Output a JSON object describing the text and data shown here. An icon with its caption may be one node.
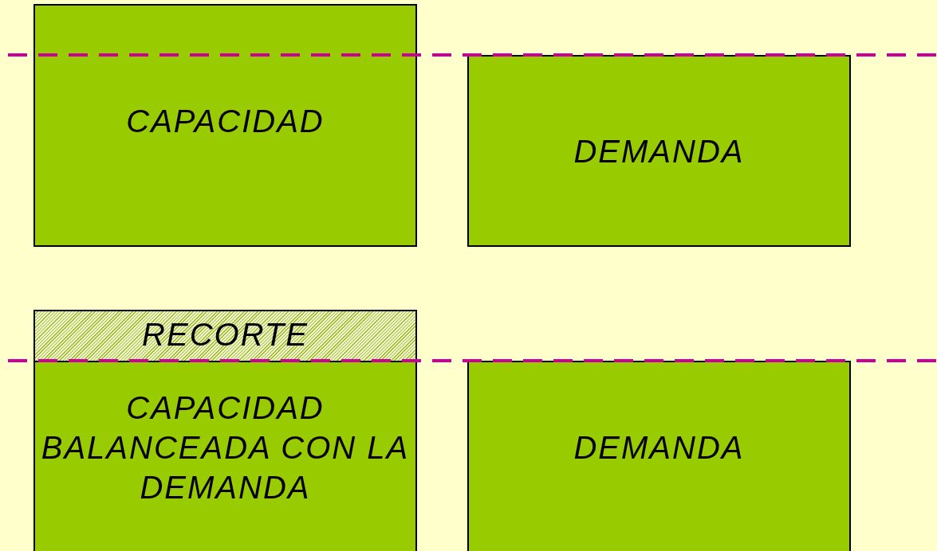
{
  "diagram": {
    "nodes": [
      {
        "text": [
          "CAPACIDAD"
        ]
      },
      {
        "text": [
          "DEMANDA"
        ]
      },
      {
        "text": [
          "RECORTE"
        ]
      },
      {
        "text": [
          "CAPACIDAD BALANCEADA CON LA DEMANDA"
        ]
      },
      {
        "text": [
          "DEMANDA"
        ]
      }
    ]
  }
}
